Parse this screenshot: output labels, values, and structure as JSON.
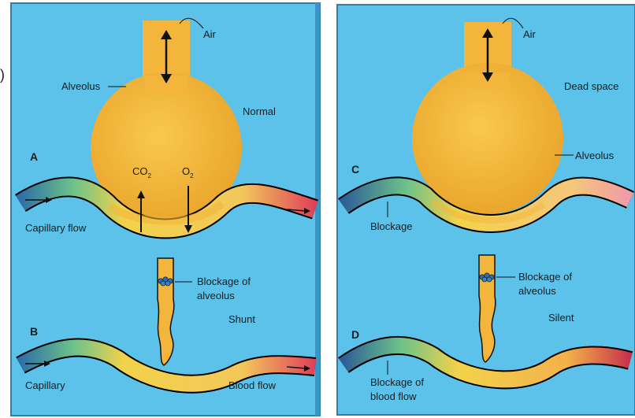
{
  "left_panel": {
    "stray_mark": ")",
    "letter_a": "A",
    "letter_b": "B",
    "air": "Air",
    "alveolus": "Alveolus",
    "normal": "Normal",
    "co2": "CO",
    "co2_sub": "2",
    "o2": "O",
    "o2_sub": "2",
    "capillary_flow": "Capillary flow",
    "blockage_alveolus_1": "Blockage of",
    "blockage_alveolus_2": "alveolus",
    "shunt": "Shunt",
    "capillary": "Capillary",
    "blood_flow": "Blood flow"
  },
  "right_panel": {
    "letter_c": "C",
    "letter_d": "D",
    "air": "Air",
    "dead_space": "Dead space",
    "alveolus": "Alveolus",
    "blockage": "Blockage",
    "blockage_alveolus_1": "Blockage of",
    "blockage_alveolus_2": "alveolus",
    "silent": "Silent",
    "blockage_blood_1": "Blockage of",
    "blockage_blood_2": "blood flow"
  },
  "colors": {
    "panel_bg": "#5cc2ea",
    "panel_edge": "#2a7fb0",
    "alveolus_fill": "#f3b53c",
    "vessel_blue": "#2f6fa6",
    "vessel_green": "#6cc28a",
    "vessel_yellow": "#f2d24a",
    "vessel_red": "#e0405a"
  }
}
